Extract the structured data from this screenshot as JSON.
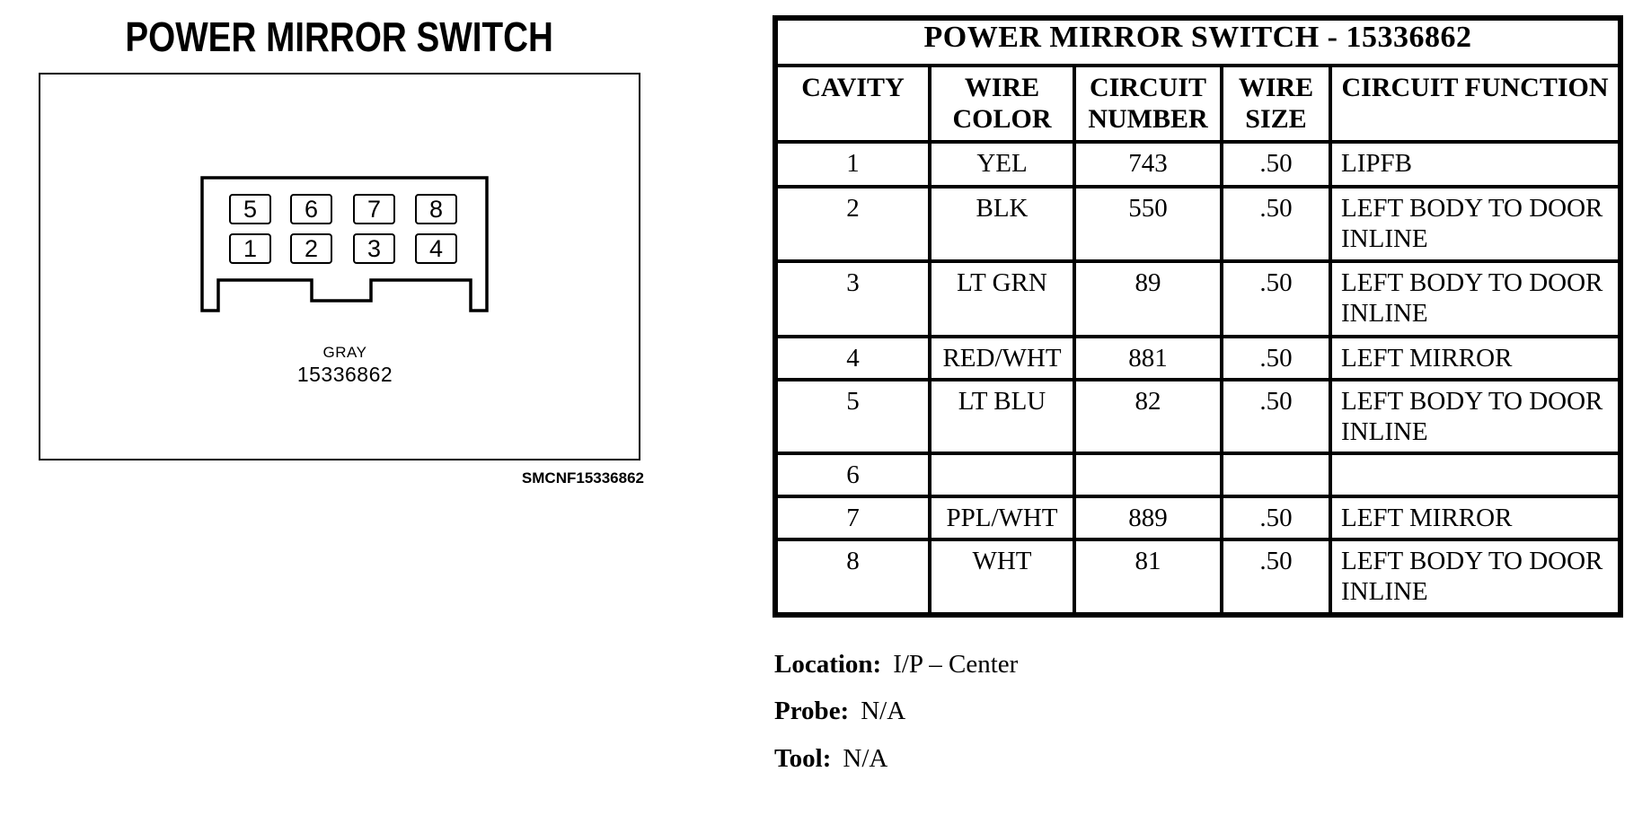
{
  "diagram": {
    "title": "POWER MIRROR SWITCH",
    "connector": {
      "pins_top": [
        "5",
        "6",
        "7",
        "8"
      ],
      "pins_bottom": [
        "1",
        "2",
        "3",
        "4"
      ],
      "color_label": "GRAY",
      "part_number": "15336862"
    },
    "figure_code": "SMCNF15336862"
  },
  "table": {
    "title": "POWER MIRROR SWITCH - 15336862",
    "columns": [
      "CAVITY",
      "WIRE COLOR",
      "CIRCUIT NUMBER",
      "WIRE SIZE",
      "CIRCUIT FUNCTION"
    ],
    "rows": [
      {
        "cavity": "1",
        "wire_color": "YEL",
        "circuit_number": "743",
        "wire_size": ".50",
        "circuit_function": "LIPFB"
      },
      {
        "cavity": "2",
        "wire_color": "BLK",
        "circuit_number": "550",
        "wire_size": ".50",
        "circuit_function": "LEFT BODY TO DOOR INLINE"
      },
      {
        "cavity": "3",
        "wire_color": "LT GRN",
        "circuit_number": "89",
        "wire_size": ".50",
        "circuit_function": "LEFT BODY TO DOOR INLINE"
      },
      {
        "cavity": "4",
        "wire_color": "RED/WHT",
        "circuit_number": "881",
        "wire_size": ".50",
        "circuit_function": "LEFT MIRROR"
      },
      {
        "cavity": "5",
        "wire_color": "LT BLU",
        "circuit_number": "82",
        "wire_size": ".50",
        "circuit_function": "LEFT BODY TO DOOR INLINE"
      },
      {
        "cavity": "6",
        "wire_color": "",
        "circuit_number": "",
        "wire_size": "",
        "circuit_function": ""
      },
      {
        "cavity": "7",
        "wire_color": "PPL/WHT",
        "circuit_number": "889",
        "wire_size": ".50",
        "circuit_function": "LEFT MIRROR"
      },
      {
        "cavity": "8",
        "wire_color": "WHT",
        "circuit_number": "81",
        "wire_size": ".50",
        "circuit_function": "LEFT BODY TO DOOR INLINE"
      }
    ]
  },
  "details": [
    {
      "label": "Location:",
      "value": "I/P – Center"
    },
    {
      "label": "Probe:",
      "value": "N/A"
    },
    {
      "label": "Tool:",
      "value": "N/A"
    }
  ],
  "colors": {
    "ink": "#000000",
    "paper": "#ffffff"
  }
}
